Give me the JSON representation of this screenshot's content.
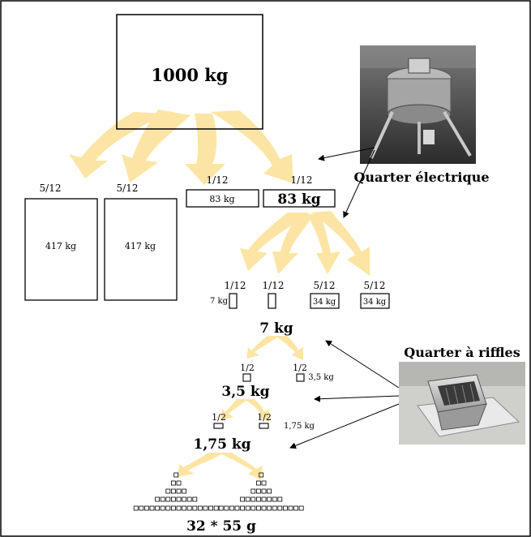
{
  "initial": {
    "label": "1000 kg"
  },
  "electric_stage": {
    "labels": [
      "Quarter électrique"
    ],
    "fractions": [
      "5/12",
      "5/12",
      "1/12",
      "1/12"
    ],
    "masses": [
      "417 kg",
      "417 kg",
      "83 kg",
      "83 kg"
    ]
  },
  "second_stage": {
    "fractions": [
      "1/12",
      "1/12",
      "5/12",
      "5/12"
    ],
    "masses": [
      "7 kg",
      "34 kg",
      "34 kg"
    ]
  },
  "riffle_label": "Quarter à riffles",
  "riffle_stages": [
    {
      "mass": "7 kg",
      "fractions": [
        "1/2",
        "1/2"
      ],
      "side_mass": "3,5 kg"
    },
    {
      "mass": "3,5 kg",
      "fractions": [
        "1/2",
        "1/2"
      ],
      "side_mass": "1,75 kg"
    }
  ],
  "final": {
    "mass": "1,75 kg",
    "result": "32 * 55 g"
  },
  "colors": {
    "flow": "#FCE5A4",
    "box_stroke": "#000000",
    "background": "#FFFFFF"
  },
  "icons": {
    "electric_machine": "sample-divider-machine-photo",
    "riffle_splitter": "riffle-splitter-photo"
  }
}
